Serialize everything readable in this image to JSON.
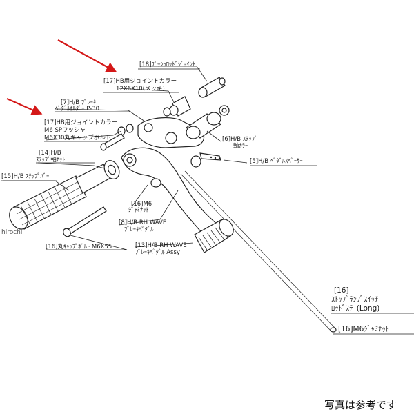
{
  "labels": {
    "push_rod_joint": "[18]ﾌﾟｯｼｭﾛｯﾄﾞｼﾞｮｲﾝﾄ",
    "hb_joint_collar_1": "[17]HB用ジョイントカラー",
    "hb_joint_collar_2": "12X6X10(メッキ)",
    "hb_brake_pedal_1": "[7]H/B ﾌﾞﾚｰｷ",
    "hb_brake_pedal_2": "ﾍﾟﾀﾞﾙﾎﾙﾀﾞｰ P-30",
    "hb_collar_small_1": "[17]HB用ジョイントカラー",
    "hb_collar_small_2": "M6 SPワッシャ",
    "hb_collar_small_3": "M6X30丸キャップボルト",
    "step_nut_1": "[14]H/B",
    "step_nut_2": "ｽﾃｯﾌﾟ軸ﾅｯﾄ",
    "step_bar": "[15]H/B ｽﾃｯﾌﾟﾊﾞｰ",
    "step_collar_1": "[6]H/B ｽﾃｯﾌﾟ",
    "step_collar_2": "軸ｶﾗｰ",
    "pedal_spacer": "[5]H/B ﾍﾟﾀﾞﾙｽﾍﾟｰｻｰ",
    "m6_nut_1": "[16]M6",
    "m6_nut_2": "ｼﾞｬﾐﾅｯﾄ",
    "rh_wave_pedal_1": "[8]H/B RH WAVE",
    "rh_wave_pedal_2": "ﾌﾞﾚｰｷﾍﾟﾀﾞﾙ",
    "cap_bolt": "[16]丸ｷｬｯﾌﾟﾎﾞﾙﾄ M6X55",
    "pedal_assy_1": "[13]H/B RH WAVE",
    "pedal_assy_2": "ﾌﾞﾚｰｷﾍﾟﾀﾞﾙ Assy",
    "switch_rod_1": "[16]",
    "switch_rod_2": "ｽﾄｯﾌﾟﾗﾝﾌﾟｽｲｯﾁ",
    "switch_rod_3": "ﾛｯﾄﾞｽﾃｰ(Long)",
    "jam_nut_bottom": "[16]M6ｼﾞｬﾐﾅｯﾄ"
  },
  "watermark": "hirochi",
  "note": "写真は参考です",
  "colors": {
    "arrow": "#d41818",
    "line": "#222222",
    "background": "#ffffff"
  }
}
